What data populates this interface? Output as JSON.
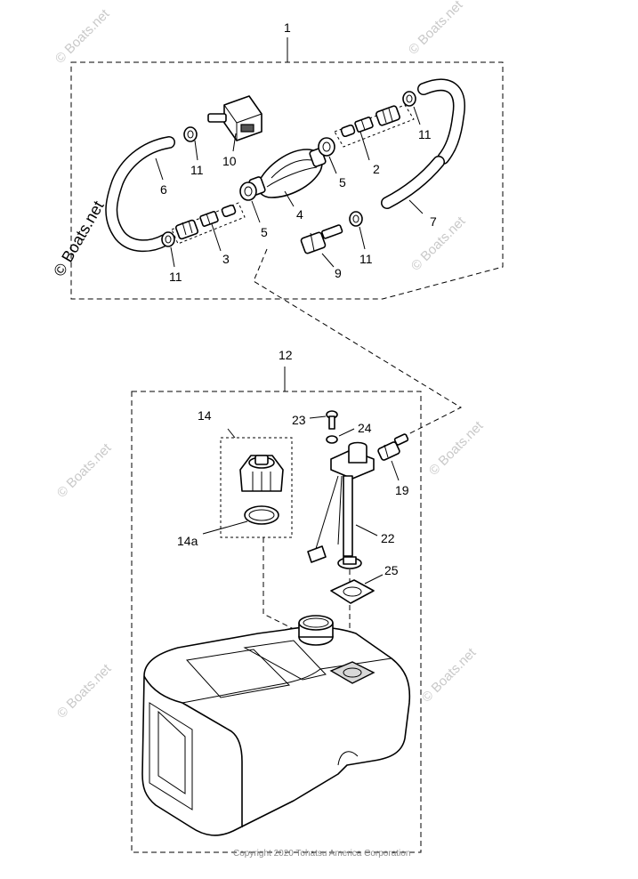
{
  "callouts": {
    "c1": "1",
    "c2": "2",
    "c3": "3",
    "c4": "4",
    "c5a": "5",
    "c5b": "5",
    "c6": "6",
    "c7": "7",
    "c9": "9",
    "c10": "10",
    "c11a": "11",
    "c11b": "11",
    "c11c": "11",
    "c11d": "11",
    "c12": "12",
    "c14": "14",
    "c14a": "14a",
    "c19": "19",
    "c22": "22",
    "c23": "23",
    "c24": "24",
    "c25": "25"
  },
  "watermark": {
    "text": "© Boats.net"
  },
  "footer": {
    "copyright": "Copyright 2020 Tohatsu America Corporation"
  },
  "colors": {
    "line": "#000000",
    "watermark": "#c9c9c9",
    "background": "#ffffff"
  }
}
